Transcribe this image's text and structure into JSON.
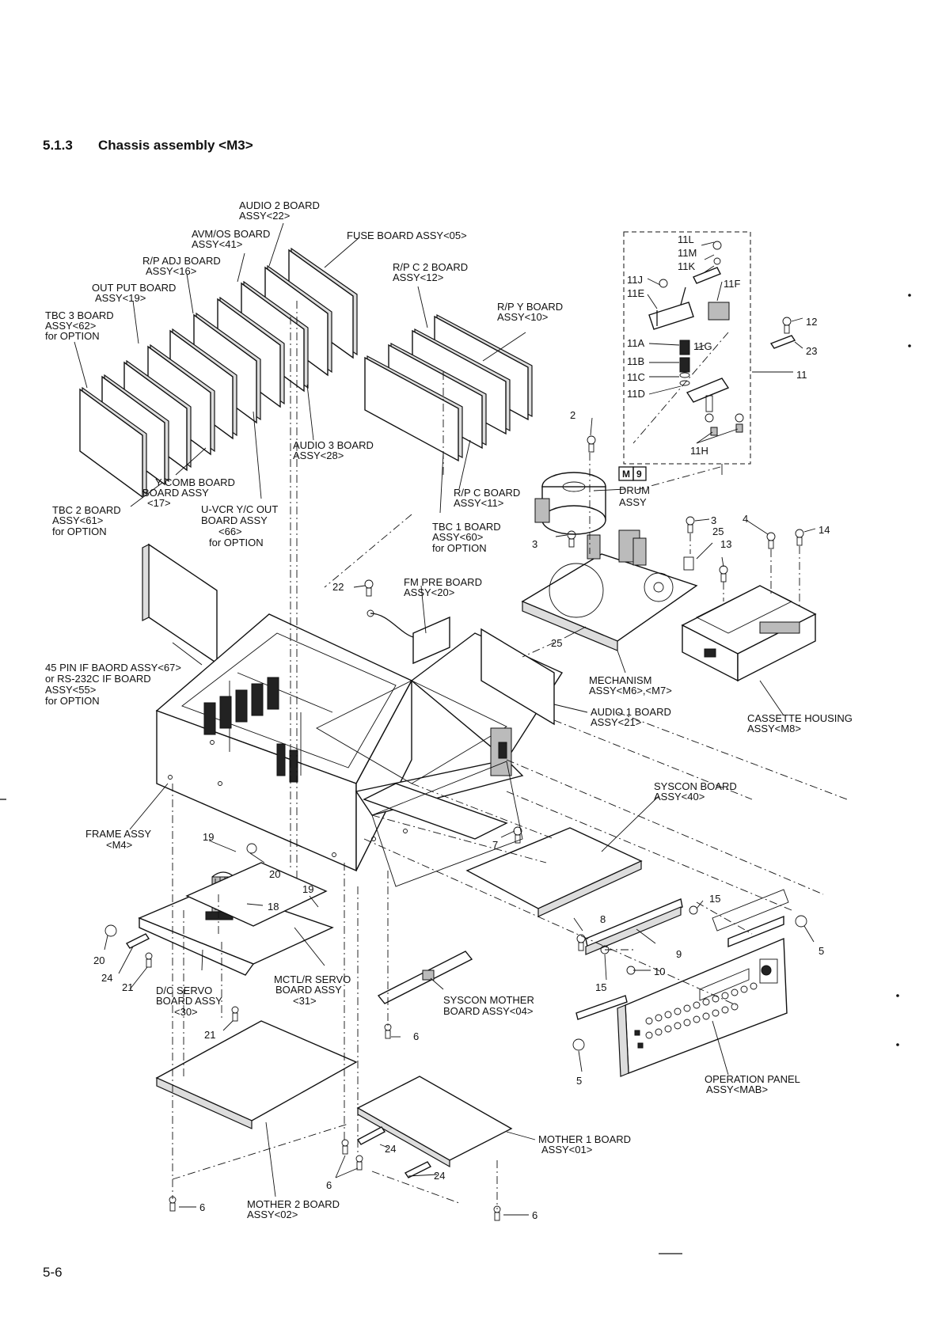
{
  "section": {
    "number": "5.1.3",
    "title": "Chassis assembly <M3>"
  },
  "page_number": "5-6",
  "badge": {
    "letter": "M",
    "digit": "9"
  },
  "labels": {
    "audio2_1": "AUDIO 2 BOARD",
    "audio2_2": "ASSY<22>",
    "avm_1": "AVM/OS BOARD",
    "avm_2": "ASSY<41>",
    "fuse": "FUSE BOARD ASSY<05>",
    "rpadj_1": "R/P ADJ BOARD",
    "rpadj_2": "ASSY<16>",
    "output_1": "OUT PUT BOARD",
    "output_2": "ASSY<19>",
    "tbc3_1": "TBC 3 BOARD",
    "tbc3_2": "ASSY<62>",
    "tbc3_3": "for OPTION",
    "rpc2_1": "R/P C 2 BOARD",
    "rpc2_2": "ASSY<12>",
    "rpy_1": "R/P Y BOARD",
    "rpy_2": "ASSY<10>",
    "audio3_1": "AUDIO 3 BOARD",
    "audio3_2": "ASSY<28>",
    "ycomb_1": "Y COMB BOARD",
    "ycomb_2": "BOARD ASSY",
    "ycomb_3": "<17>",
    "tbc2_1": "TBC 2 BOARD",
    "tbc2_2": "ASSY<61>",
    "tbc2_3": "for OPTION",
    "uvcr_1": "U-VCR Y/C OUT",
    "uvcr_2": "BOARD ASSY",
    "uvcr_3": "<66>",
    "uvcr_4": "for OPTION",
    "rpc_1": "R/P C BOARD",
    "rpc_2": "ASSY<11>",
    "tbc1_1": "TBC 1 BOARD",
    "tbc1_2": "ASSY<60>",
    "tbc1_3": "for OPTION",
    "drum_1": "DRUM",
    "drum_2": "ASSY",
    "fmpre_1": "FM PRE BOARD",
    "fmpre_2": "ASSY<20>",
    "pin45_1": "45 PIN IF BAORD ASSY<67>",
    "pin45_2": "or RS-232C IF BOARD",
    "pin45_3": "ASSY<55>",
    "pin45_4": "for OPTION",
    "mech_1": "MECHANISM",
    "mech_2": "ASSY<M6>,<M7>",
    "audio1_1": "AUDIO 1 BOARD",
    "audio1_2": "ASSY<21>",
    "cass_1": "CASSETTE HOUSING",
    "cass_2": "ASSY<M8>",
    "syscon_1": "SYSCON BOARD",
    "syscon_2": "ASSY<40>",
    "frame_1": "FRAME ASSY",
    "frame_2": "<M4>",
    "dcservo_1": "D/C SERVO",
    "dcservo_2": "BOARD ASSY",
    "dcservo_3": "<30>",
    "mctl_1": "MCTL/R SERVO",
    "mctl_2": "BOARD ASSY",
    "mctl_3": "<31>",
    "sysmother_1": "SYSCON MOTHER",
    "sysmother_2": "BOARD ASSY<04>",
    "oppanel_1": "OPERATION PANEL",
    "oppanel_2": "ASSY<MAB>",
    "mother1_1": "MOTHER 1 BOARD",
    "mother1_2": "ASSY<01>",
    "mother2_1": "MOTHER 2 BOARD",
    "mother2_2": "ASSY<02>"
  },
  "numbers": {
    "n11L": "11L",
    "n11M": "11M",
    "n11K": "11K",
    "n11J": "11J",
    "n11E": "11E",
    "n11F": "11F",
    "n11A": "11A",
    "n11G": "11G",
    "n11B": "11B",
    "n11C": "11C",
    "n11D": "11D",
    "n11H": "11H",
    "n12": "12",
    "n23": "23",
    "n11": "11",
    "n2": "2",
    "n3a": "3",
    "n3b": "3",
    "n4": "4",
    "n14": "14",
    "n25a": "25",
    "n13": "13",
    "n22": "22",
    "n25b": "25",
    "n7": "7",
    "n19a": "19",
    "n20a": "20",
    "n18": "18",
    "n19b": "19",
    "n20b": "20",
    "n24a": "24",
    "n21a": "21",
    "n21b": "21",
    "n8": "8",
    "n15a": "15",
    "n9": "9",
    "n10": "10",
    "n15b": "15",
    "n5a": "5",
    "n5b": "5",
    "n6a": "6",
    "n6b": "6",
    "n6c": "6",
    "n6d": "6",
    "n24b": "24",
    "n24c": "24"
  }
}
